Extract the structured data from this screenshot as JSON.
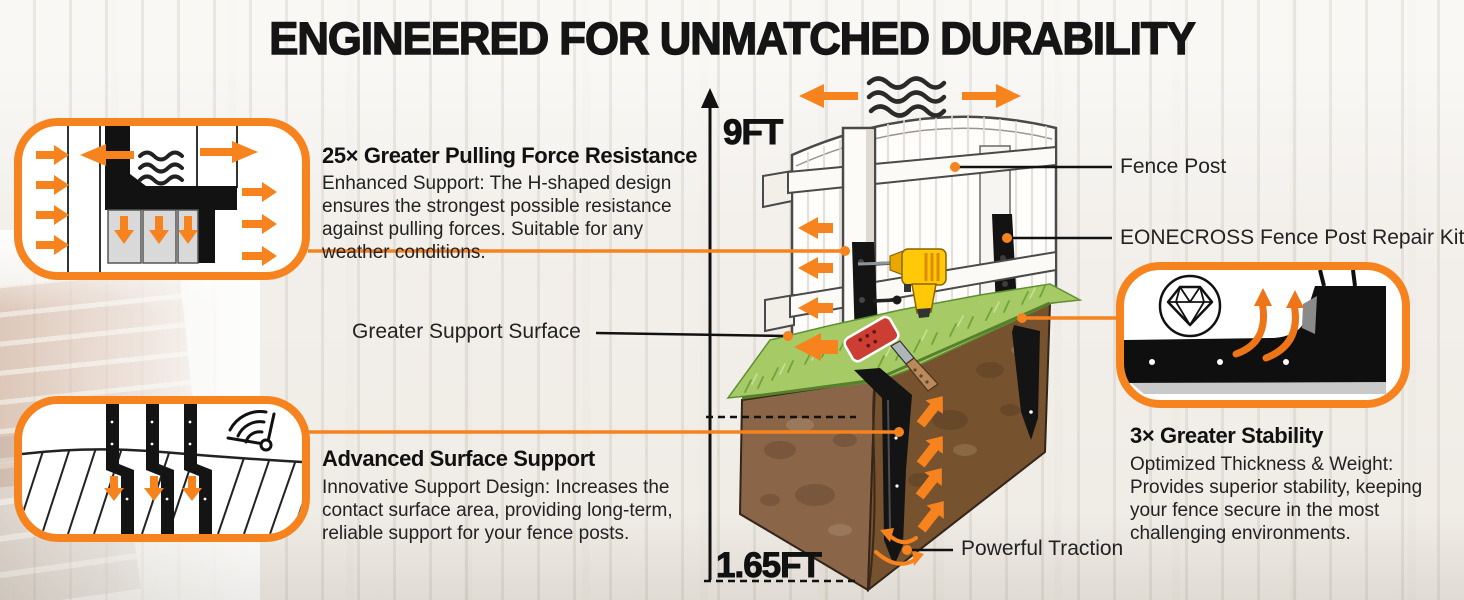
{
  "title": "ENGINEERED FOR UNMATCHED DURABILITY",
  "measurements": {
    "above_ground": "9FT",
    "below_ground": "1.65FT"
  },
  "features": {
    "pulling_force": {
      "heading": "25× Greater Pulling Force Resistance",
      "body": "Enhanced Support: The H-shaped design ensures the strongest possible resistance against pulling forces. Suitable for any weather conditions."
    },
    "surface_support": {
      "heading": "Advanced Surface Support",
      "body": "Innovative Support Design: Increases the contact surface area, providing long-term, reliable support for your fence posts."
    },
    "stability": {
      "heading": "3× Greater Stability",
      "body": "Optimized Thickness & Weight: Provides superior stability, keeping your fence secure in the most challenging environments."
    }
  },
  "labels": {
    "support_surface": "Greater Support Surface",
    "fence_post": "Fence Post",
    "repair_kit": "EONECROSS Fence Post Repair Kit",
    "traction": "Powerful Traction"
  },
  "icons": {
    "wind": "wind-waves",
    "durability": "diamond-in-circle",
    "surface_gauge": "pressure-gauge",
    "tools": "drill-and-mallet"
  },
  "colors": {
    "accent_orange": "#F6831E",
    "ink": "#151515",
    "grass_green": "#A6CB66",
    "soil_brown": "#876244",
    "drill_yellow": "#FFC907",
    "mallet_red": "#CC3D33"
  }
}
